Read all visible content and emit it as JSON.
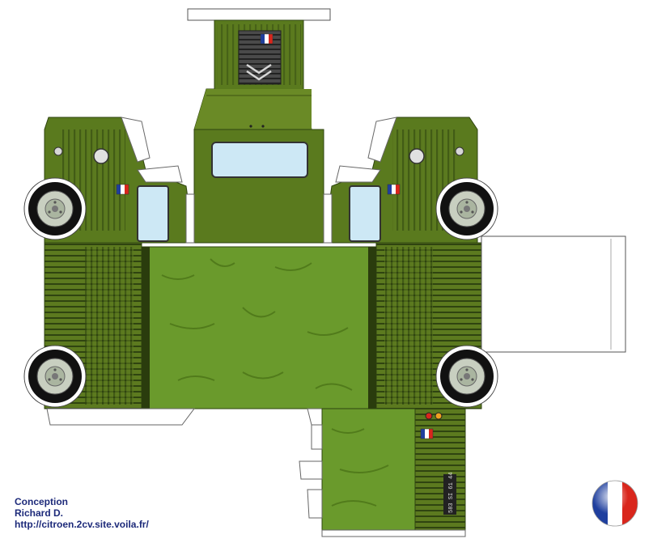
{
  "credits": {
    "line1": "Conception",
    "line2": "Richard D.",
    "line3": "http://citroen.2cv.site.voila.fr/"
  },
  "plate": {
    "text": "583 SI 61 44"
  },
  "colors": {
    "body_green": "#5a7a1e",
    "panel_dark": "#3d5412",
    "canvas_green": "#6a9a2c",
    "glass_blue": "#cde8f5",
    "tire_black": "#111111",
    "wheel_grey": "#c8cfc0",
    "flag_blue": "#1f3f9e",
    "flag_white": "#ffffff",
    "flag_red": "#d9261c",
    "credits_blue": "#1d2a7a"
  },
  "icons": [
    "french-flag-icon",
    "citroen-chevron-logo",
    "wheel-icon",
    "french-flag-ball-icon"
  ]
}
